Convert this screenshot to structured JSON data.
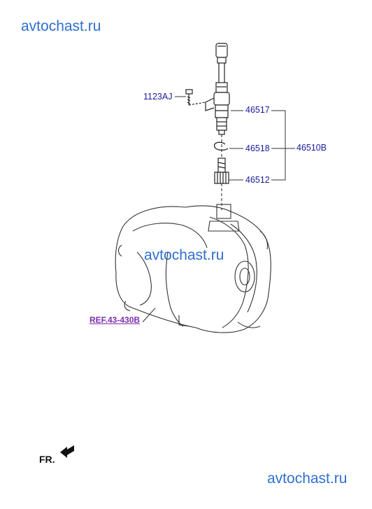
{
  "watermarks": [
    "avtochast.ru",
    "avtochast.ru",
    "avtochast.ru"
  ],
  "parts": {
    "bolt": "1123AJ",
    "sensor": "46517",
    "clip": "46518",
    "gear": "46512",
    "assembly": "46510B"
  },
  "reference": "REF.43-430B",
  "orientation": "FR.",
  "colors": {
    "label": "#1a1a9a",
    "reference": "#7a2fb0",
    "watermark": "#2f6fd0",
    "line": "#222222"
  }
}
